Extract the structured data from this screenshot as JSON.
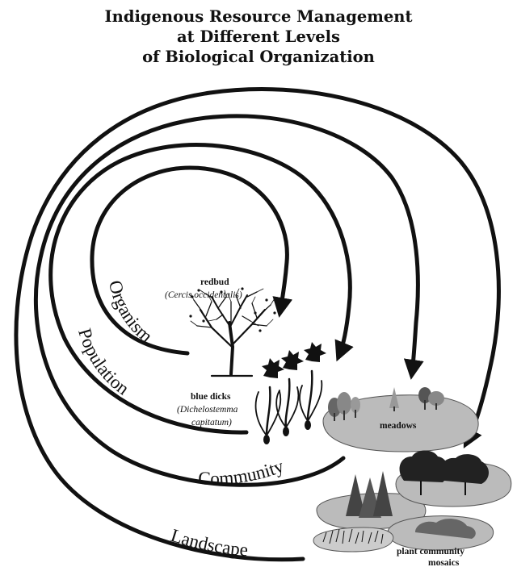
{
  "title_lines": [
    "Indigenous Resource Management",
    "at Different Levels",
    "of Biological Organization"
  ],
  "levels": {
    "organism": "Organism",
    "population": "Population",
    "community": "Community",
    "landscape": "Landscape"
  },
  "labels": {
    "redbud": "redbud",
    "redbud_sci": "(Cercis occidentalis)",
    "bluedicks": "blue dicks",
    "bluedicks_sci1": "(Dichelostemma",
    "bluedicks_sci2": "capitatum)",
    "meadows": "meadows",
    "mosaics1": "plant community",
    "mosaics2": "mosaics"
  }
}
